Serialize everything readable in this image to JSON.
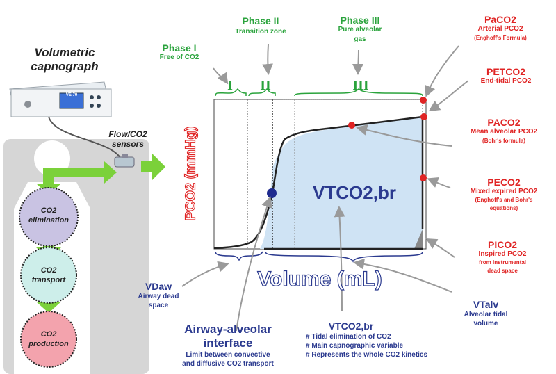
{
  "left": {
    "title_line1": "Volumetric",
    "title_line2": "capnograph",
    "device_screen": "VE 70",
    "sensors_line1": "Flow/CO2",
    "sensors_line2": "sensors",
    "circle_elim_1": "CO2",
    "circle_elim_2": "elimination",
    "circle_trans_1": "CO2",
    "circle_trans_2": "transport",
    "circle_prod_1": "CO2",
    "circle_prod_2": "production"
  },
  "phases": {
    "p1_title": "Phase I",
    "p1_sub": "Free of CO2",
    "p1_roman": "I",
    "p2_title": "Phase II",
    "p2_sub": "Transition zone",
    "p2_roman": "II",
    "p3_title": "Phase III",
    "p3_sub1": "Pure alveolar",
    "p3_sub2": "gas",
    "p3_roman": "III"
  },
  "axes": {
    "y_label": "PCO2 (mmHg)",
    "x_label": "Volume (mL)",
    "area_label": "VTCO2,br"
  },
  "right": {
    "paco2_title": "PaCO2",
    "paco2_sub1": "Arterial PCO2",
    "paco2_sub2": "(Enghoff's Formula)",
    "petco2_title": "PETCO2",
    "petco2_sub": "End-tidal PCO2",
    "pAco2_title": "PACO2",
    "pAco2_sub1": "Mean alveolar PCO2",
    "pAco2_sub2": "(Bohr's formula)",
    "peco2_title": "PECO2",
    "peco2_sub1": "Mixed expired PCO2",
    "peco2_sub2": "(Enghoff's and Bohr's",
    "peco2_sub3": "equations)",
    "pico2_title": "PICO2",
    "pico2_sub1": "Inspired PCO2",
    "pico2_sub2": "from instrumental",
    "pico2_sub3": "dead space"
  },
  "bottom": {
    "vdaw_title": "VDaw",
    "vdaw_sub1": "Airway dead",
    "vdaw_sub2": "space",
    "interface_title1": "Airway-alveolar",
    "interface_title2": "interface",
    "interface_sub1": "Limit between convective",
    "interface_sub2": "and diffusive CO2 transport",
    "vtco2_title": "VTCO2,br",
    "vtco2_b1": "# Tidal elimination of CO2",
    "vtco2_b2": "# Main capnographic variable",
    "vtco2_b3": "# Represents the whole CO2 kinetics",
    "vtalv_title": "VTalv",
    "vtalv_sub1": "Alveolar tidal",
    "vtalv_sub2": "volume"
  },
  "colors": {
    "green": "#2aa33c",
    "red": "#e02424",
    "blue": "#2b3a8f",
    "area_fill": "#cfe3f4",
    "arrow_green": "#7bd13a"
  }
}
